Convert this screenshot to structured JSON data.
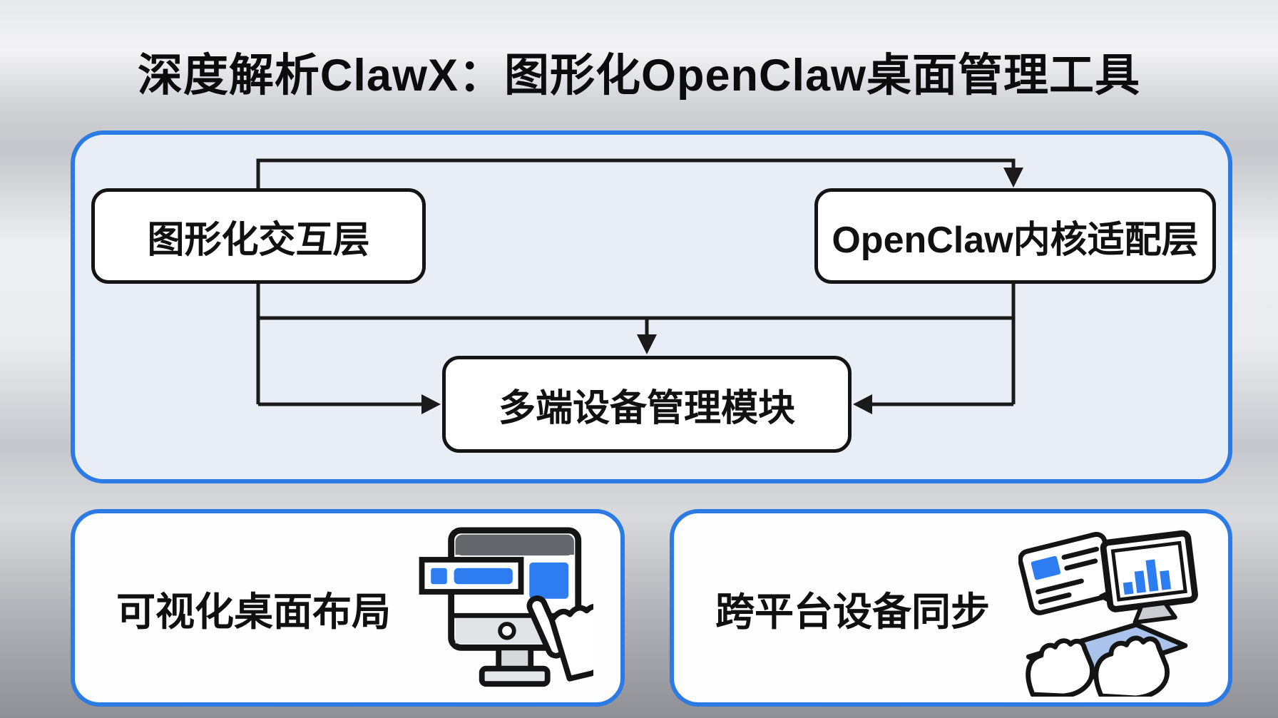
{
  "title": "深度解析ClawX：图形化OpenClaw桌面管理工具",
  "architecture": {
    "nodes": [
      {
        "id": "ui-layer",
        "label": "图形化交互层"
      },
      {
        "id": "kernel-layer",
        "label": "OpenClaw内核适配层"
      },
      {
        "id": "device-module",
        "label": "多端设备管理模块"
      }
    ],
    "edges": [
      {
        "from": "ui-layer",
        "to": "kernel-layer"
      },
      {
        "from": "ui-layer",
        "to": "device-module"
      },
      {
        "from": "kernel-layer",
        "to": "device-module"
      }
    ]
  },
  "features": [
    {
      "label": "可视化桌面布局",
      "icon": "desktop-layout-icon"
    },
    {
      "label": "跨平台设备同步",
      "icon": "device-sync-icon"
    }
  ],
  "colors": {
    "accent_blue": "#2c7be5",
    "icon_blue": "#2e7df0",
    "panel_fill": "#e9eef6",
    "node_border": "#141414",
    "keyboard_blue": "#a9c3ec",
    "titlebar_gray": "#63666b",
    "background_silver": "#c5c6cb"
  }
}
